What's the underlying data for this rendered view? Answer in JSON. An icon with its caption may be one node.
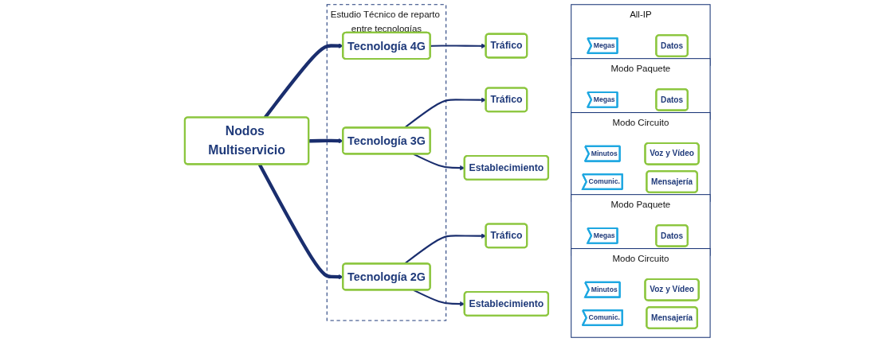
{
  "diagram": {
    "nodes": [
      {
        "text": [
          "Nodos Multiservicio"
        ]
      },
      {
        "text": [
          "Estudio Técnico de reparto entre tecnologías"
        ]
      },
      {
        "text": [
          "Tecnología 2G"
        ],
        "in": 1
      },
      {
        "text": [
          "Tecnología 3G"
        ],
        "in": 1
      },
      {
        "text": [
          "Tecnología 4G"
        ],
        "in": 1
      },
      {
        "text": [
          "Establecimiento"
        ]
      },
      {
        "text": [
          "Tráfico"
        ]
      },
      {
        "text": [
          "Establecimiento"
        ]
      },
      {
        "text": [
          "Tráfico"
        ]
      },
      {
        "text": [
          "Tráfico"
        ]
      },
      {
        "text": [
          "Modo Circuito"
        ]
      },
      {
        "text": [
          "Minutos"
        ],
        "in": 10
      },
      {
        "text": [
          "Voz y Vídeo"
        ],
        "in": 10
      },
      {
        "text": [
          "Comunic."
        ],
        "in": 10
      },
      {
        "text": [
          "Mensajería"
        ],
        "in": 10
      },
      {
        "text": [
          "Modo Paquete"
        ]
      },
      {
        "text": [
          "Megas"
        ],
        "in": 15
      },
      {
        "text": [
          "Datos"
        ],
        "in": 15
      },
      {
        "text": [
          "Modo Circuito"
        ]
      },
      {
        "text": [
          "Minutos"
        ],
        "in": 18
      },
      {
        "text": [
          "Voz y Vídeo"
        ],
        "in": 18
      },
      {
        "text": [
          "Comunic."
        ],
        "in": 18
      },
      {
        "text": [
          "Mensajería"
        ],
        "in": 18
      },
      {
        "text": [
          "Modo Paquete"
        ]
      },
      {
        "text": [
          "Megas"
        ],
        "in": 23
      },
      {
        "text": [
          "Datos"
        ],
        "in": 23
      },
      {
        "text": [
          "All-IP"
        ]
      },
      {
        "text": [
          "Megas"
        ],
        "in": 26
      },
      {
        "text": [
          "Datos"
        ],
        "in": 26
      }
    ],
    "edges": [
      {
        "from": 0,
        "to": 2,
        "arrow": "to",
        "style": "thick"
      },
      {
        "from": 0,
        "to": 3,
        "arrow": "to",
        "style": "thick"
      },
      {
        "from": 0,
        "to": 4,
        "arrow": "to",
        "style": "thick"
      },
      {
        "from": 2,
        "to": 5,
        "arrow": "to"
      },
      {
        "from": 2,
        "to": 6,
        "arrow": "to"
      },
      {
        "from": 3,
        "to": 7,
        "arrow": "to"
      },
      {
        "from": 3,
        "to": 8,
        "arrow": "to"
      },
      {
        "from": 4,
        "to": 9,
        "arrow": "to"
      }
    ]
  }
}
